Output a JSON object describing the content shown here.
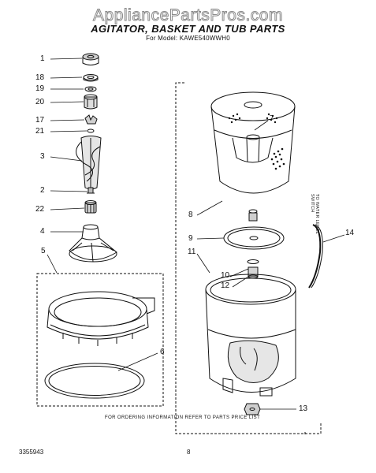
{
  "watermark": "AppliancePartsPros.com",
  "header": {
    "title": "AGITATOR, BASKET AND TUB PARTS",
    "model_line": "For Model: KAWE540WWH0"
  },
  "callouts": [
    "1",
    "18",
    "19",
    "20",
    "17",
    "21",
    "3",
    "2",
    "22",
    "4",
    "5",
    "6",
    "7",
    "8",
    "9",
    "11",
    "10",
    "12",
    "13",
    "14"
  ],
  "side_note": "TO WATER LEVEL SWITCH",
  "footer": {
    "ordering_note": "FOR ORDERING INFORMATION REFER TO PARTS PRICE LIST",
    "doc_number": "3355943",
    "page_number": "8"
  }
}
